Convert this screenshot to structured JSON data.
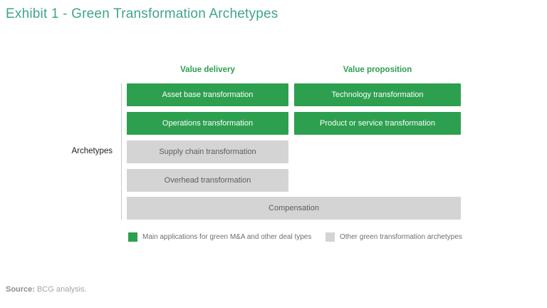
{
  "page": {
    "title": "Exhibit 1 - Green Transformation Archetypes",
    "background": "#ffffff"
  },
  "diagram": {
    "axis_label": "Archetypes",
    "columns": [
      {
        "label": "Value delivery"
      },
      {
        "label": "Value proposition"
      }
    ],
    "rows": [
      {
        "left": "Asset base transformation",
        "right": "Technology transformation",
        "type": "main"
      },
      {
        "left": "Operations transformation",
        "right": "Product or service transformation",
        "type": "main"
      },
      {
        "left": "Supply chain transformation",
        "type": "other"
      },
      {
        "left": "Overhead transformation",
        "type": "other"
      },
      {
        "full": "Compensation",
        "type": "other"
      }
    ]
  },
  "legend": {
    "items": [
      {
        "label": "Main applications for green M&A and other deal types",
        "color": "#2da04f"
      },
      {
        "label": "Other green transformation archetypes",
        "color": "#d4d4d4"
      }
    ]
  },
  "source": {
    "prefix": "Source:",
    "text": "BCG analysis."
  },
  "colors": {
    "main_green": "#2da04f",
    "other_gray": "#d4d4d4",
    "title_teal": "#3fa58c",
    "header_green": "#2e9e52",
    "axis_line_gray": "#c9c9c9"
  }
}
